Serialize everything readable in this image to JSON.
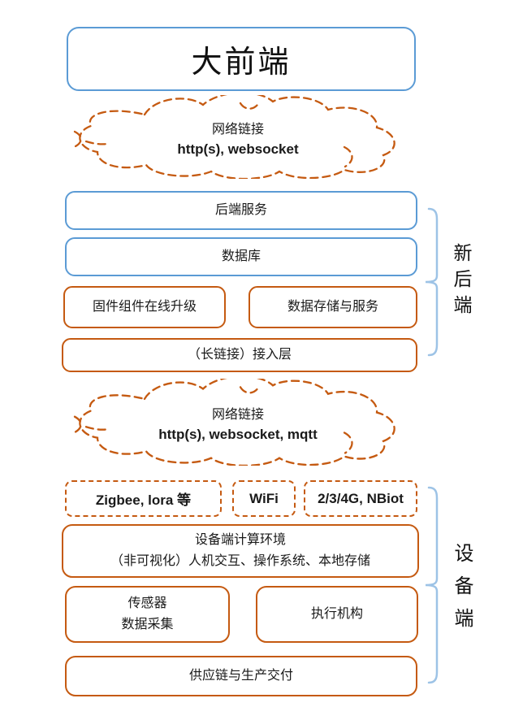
{
  "colors": {
    "box_blue": "#5B9BD5",
    "box_orange": "#C55A11",
    "brace_blue": "#9DC3E6",
    "text": "#1a1a1a"
  },
  "title_box": {
    "label": "大前端"
  },
  "clouds": [
    {
      "line1": "网络链接",
      "line2": "http(s), websocket"
    },
    {
      "line1": "网络链接",
      "line2": "http(s), websocket, mqtt"
    }
  ],
  "backend_section": {
    "service": "后端服务",
    "database": "数据库",
    "firmware_upgrade": "固件组件在线升级",
    "data_storage": "数据存储与服务",
    "access_layer": "（长链接）接入层",
    "bracket_label": "新后端"
  },
  "device_section": {
    "zigbee": "Zigbee, lora 等",
    "wifi": "WiFi",
    "cellular": "2/3/4G, NBiot",
    "env_line1": "设备端计算环境",
    "env_line2": "（非可视化）人机交互、操作系统、本地存储",
    "sensor_line1": "传感器",
    "sensor_line2": "数据采集",
    "actuator": "执行机构",
    "supply_chain": "供应链与生产交付",
    "bracket_label": "设备端"
  }
}
